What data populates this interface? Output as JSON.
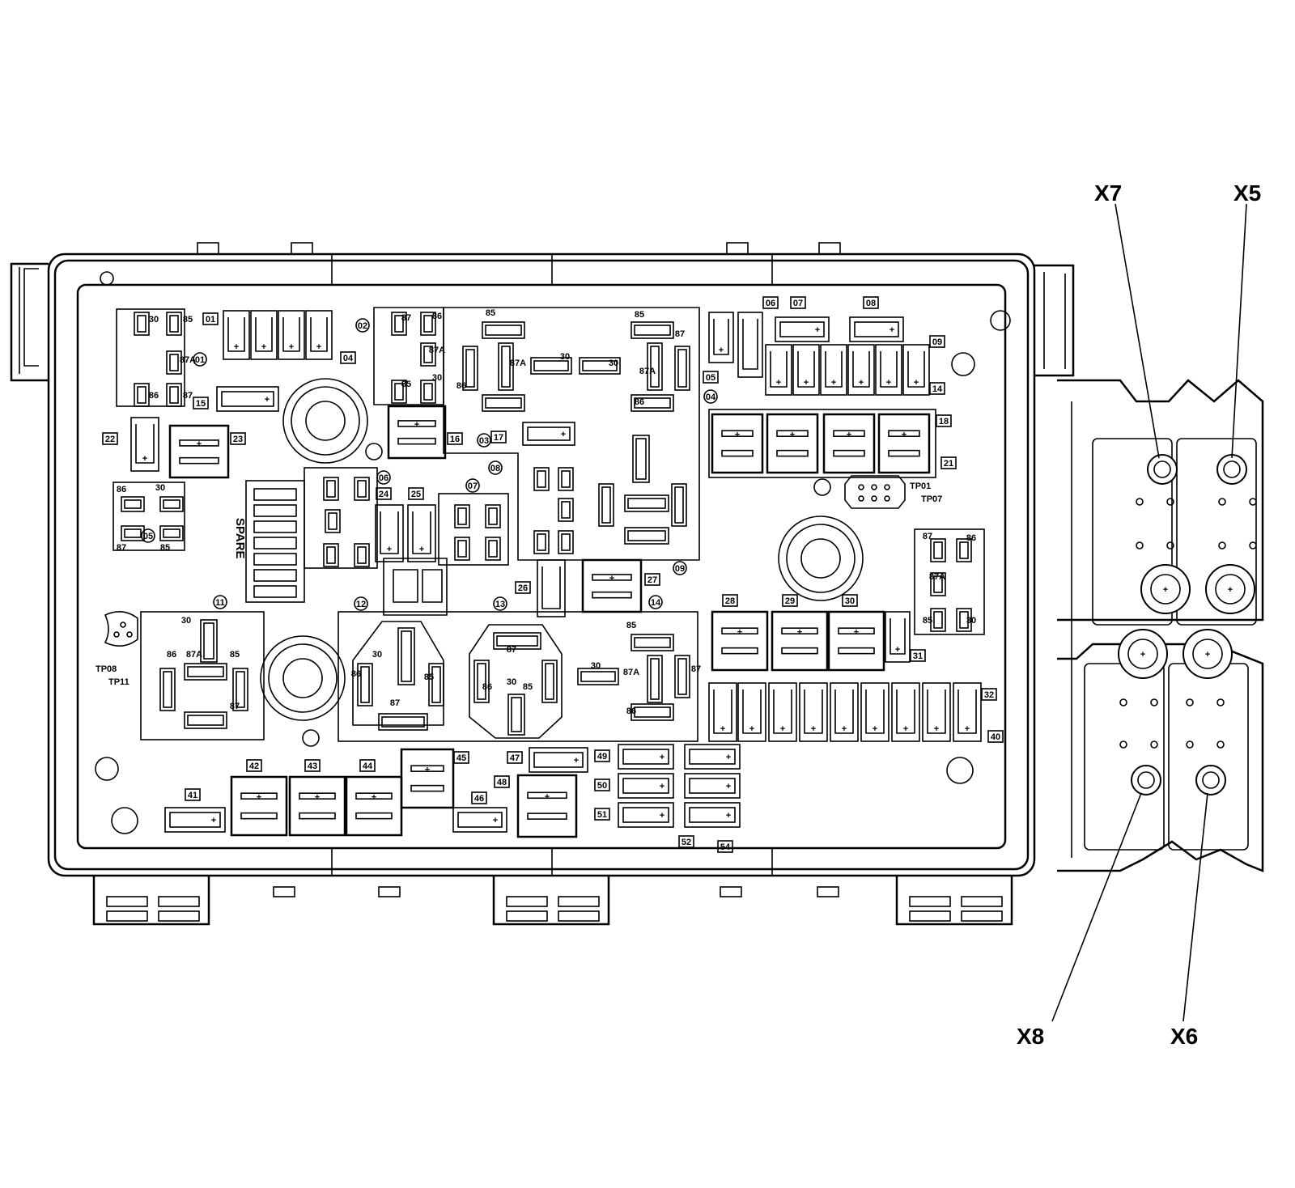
{
  "callouts": [
    "X7",
    "X5",
    "X8",
    "X6"
  ],
  "spare_label": "SPARE",
  "relay_ids": [
    "01",
    "02",
    "03",
    "04",
    "05",
    "06",
    "07",
    "08",
    "09",
    "11",
    "12",
    "13",
    "14"
  ],
  "test_points": [
    "TP01",
    "TP07",
    "TP08",
    "TP11"
  ],
  "terminal_labels": [
    "30",
    "85",
    "86",
    "87",
    "87A"
  ],
  "slots": {
    "s01": "01",
    "s04": "04",
    "s05": "05",
    "s06": "06",
    "s07": "07",
    "s08": "08",
    "s09": "09",
    "s14": "14",
    "s15": "15",
    "s16": "16",
    "s17": "17",
    "s18": "18",
    "s21": "21",
    "s22": "22",
    "s23": "23",
    "s24": "24",
    "s25": "25",
    "s26": "26",
    "s27": "27",
    "s28": "28",
    "s29": "29",
    "s30": "30",
    "s31": "31",
    "s32": "32",
    "s40": "40",
    "s41": "41",
    "s42": "42",
    "s43": "43",
    "s44": "44",
    "s45": "45",
    "s46": "46",
    "s47": "47",
    "s48": "48",
    "s49": "49",
    "s50": "50",
    "s51": "51",
    "s52": "52",
    "s54": "54"
  }
}
